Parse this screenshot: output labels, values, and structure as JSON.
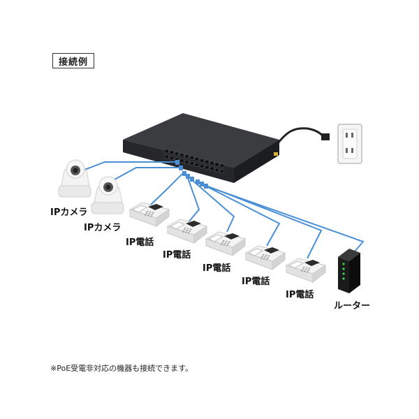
{
  "title": "接続例",
  "labels": {
    "camera1": "IPカメラ",
    "camera2": "IPカメラ",
    "phone1": "IP電話",
    "phone2": "IP電話",
    "phone3": "IP電話",
    "phone4": "IP電話",
    "phone5": "IP電話",
    "router": "ルーター"
  },
  "note": "※PoE受電非対応の機器も接続できます。",
  "colors": {
    "cable": "#4a8fd6",
    "switch": "#2b2d30",
    "device_white": "#f1f1f1",
    "router": "#1b1b1b",
    "led": "#3cd24a"
  }
}
